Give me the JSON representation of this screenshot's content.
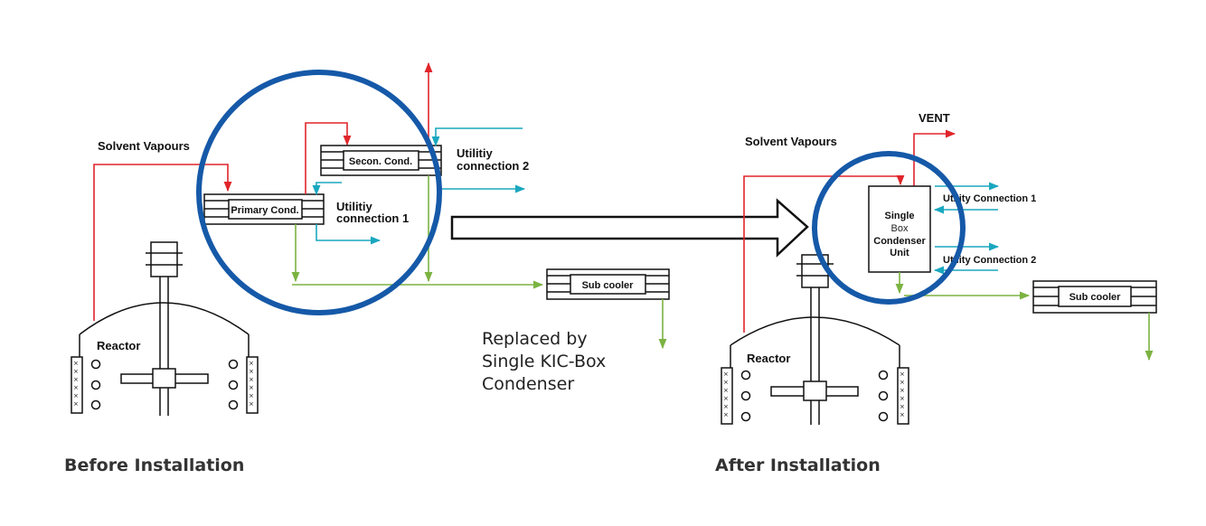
{
  "colors": {
    "vapour_line": "#e0252b",
    "utility_line": "#1aa7bf",
    "condensate_line": "#7bb342",
    "highlight_circle": "#1559a8",
    "outline": "#111111"
  },
  "before": {
    "caption": "Before Installation",
    "solvent_label": "Solvent Vapours",
    "reactor_label": "Reactor",
    "primary_cond": "Primary Cond.",
    "secon_cond": "Secon. Cond.",
    "utility1_line1": "Utilitiy",
    "utility1_line2": "connection 1",
    "utility2_line1": "Utilitiy",
    "utility2_line2": "connection 2",
    "sub_cooler": "Sub cooler"
  },
  "middle": {
    "replaced_line1": "Replaced by",
    "replaced_line2": "Single KIC-Box",
    "replaced_line3": "Condenser"
  },
  "after": {
    "caption": "After Installation",
    "solvent_label": "Solvent Vapours",
    "vent_label": "VENT",
    "reactor_label": "Reactor",
    "unit_line1": "Single",
    "unit_line2": "Box",
    "unit_line3": "Condenser",
    "unit_line4": "Unit",
    "utility1": "Utility Connection 1",
    "utility2": "Utility Connection 2",
    "sub_cooler": "Sub cooler"
  }
}
